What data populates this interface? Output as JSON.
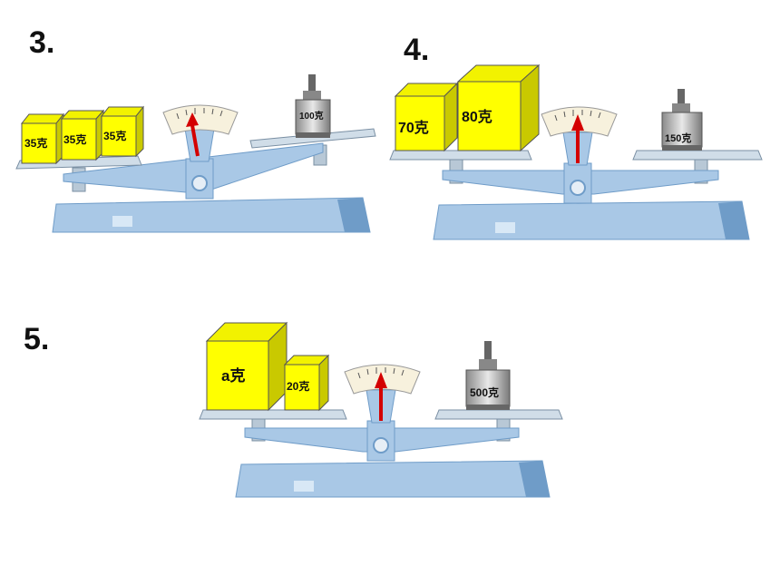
{
  "problems": [
    {
      "number": "3.",
      "left_blocks": [
        "35克",
        "35克",
        "35克"
      ],
      "right_weight": "100克"
    },
    {
      "number": "4.",
      "left_blocks": [
        "70克",
        "80克"
      ],
      "right_weight": "150克"
    },
    {
      "number": "5.",
      "left_blocks": [
        "a克",
        "20克"
      ],
      "right_weight": "500克"
    }
  ],
  "colors": {
    "block_face": "#ffff00",
    "block_top": "#f2f200",
    "block_side": "#c9c900",
    "scale_blue": "#a9c8e6",
    "scale_dark": "#6f9cc8",
    "pointer": "#d40000"
  }
}
